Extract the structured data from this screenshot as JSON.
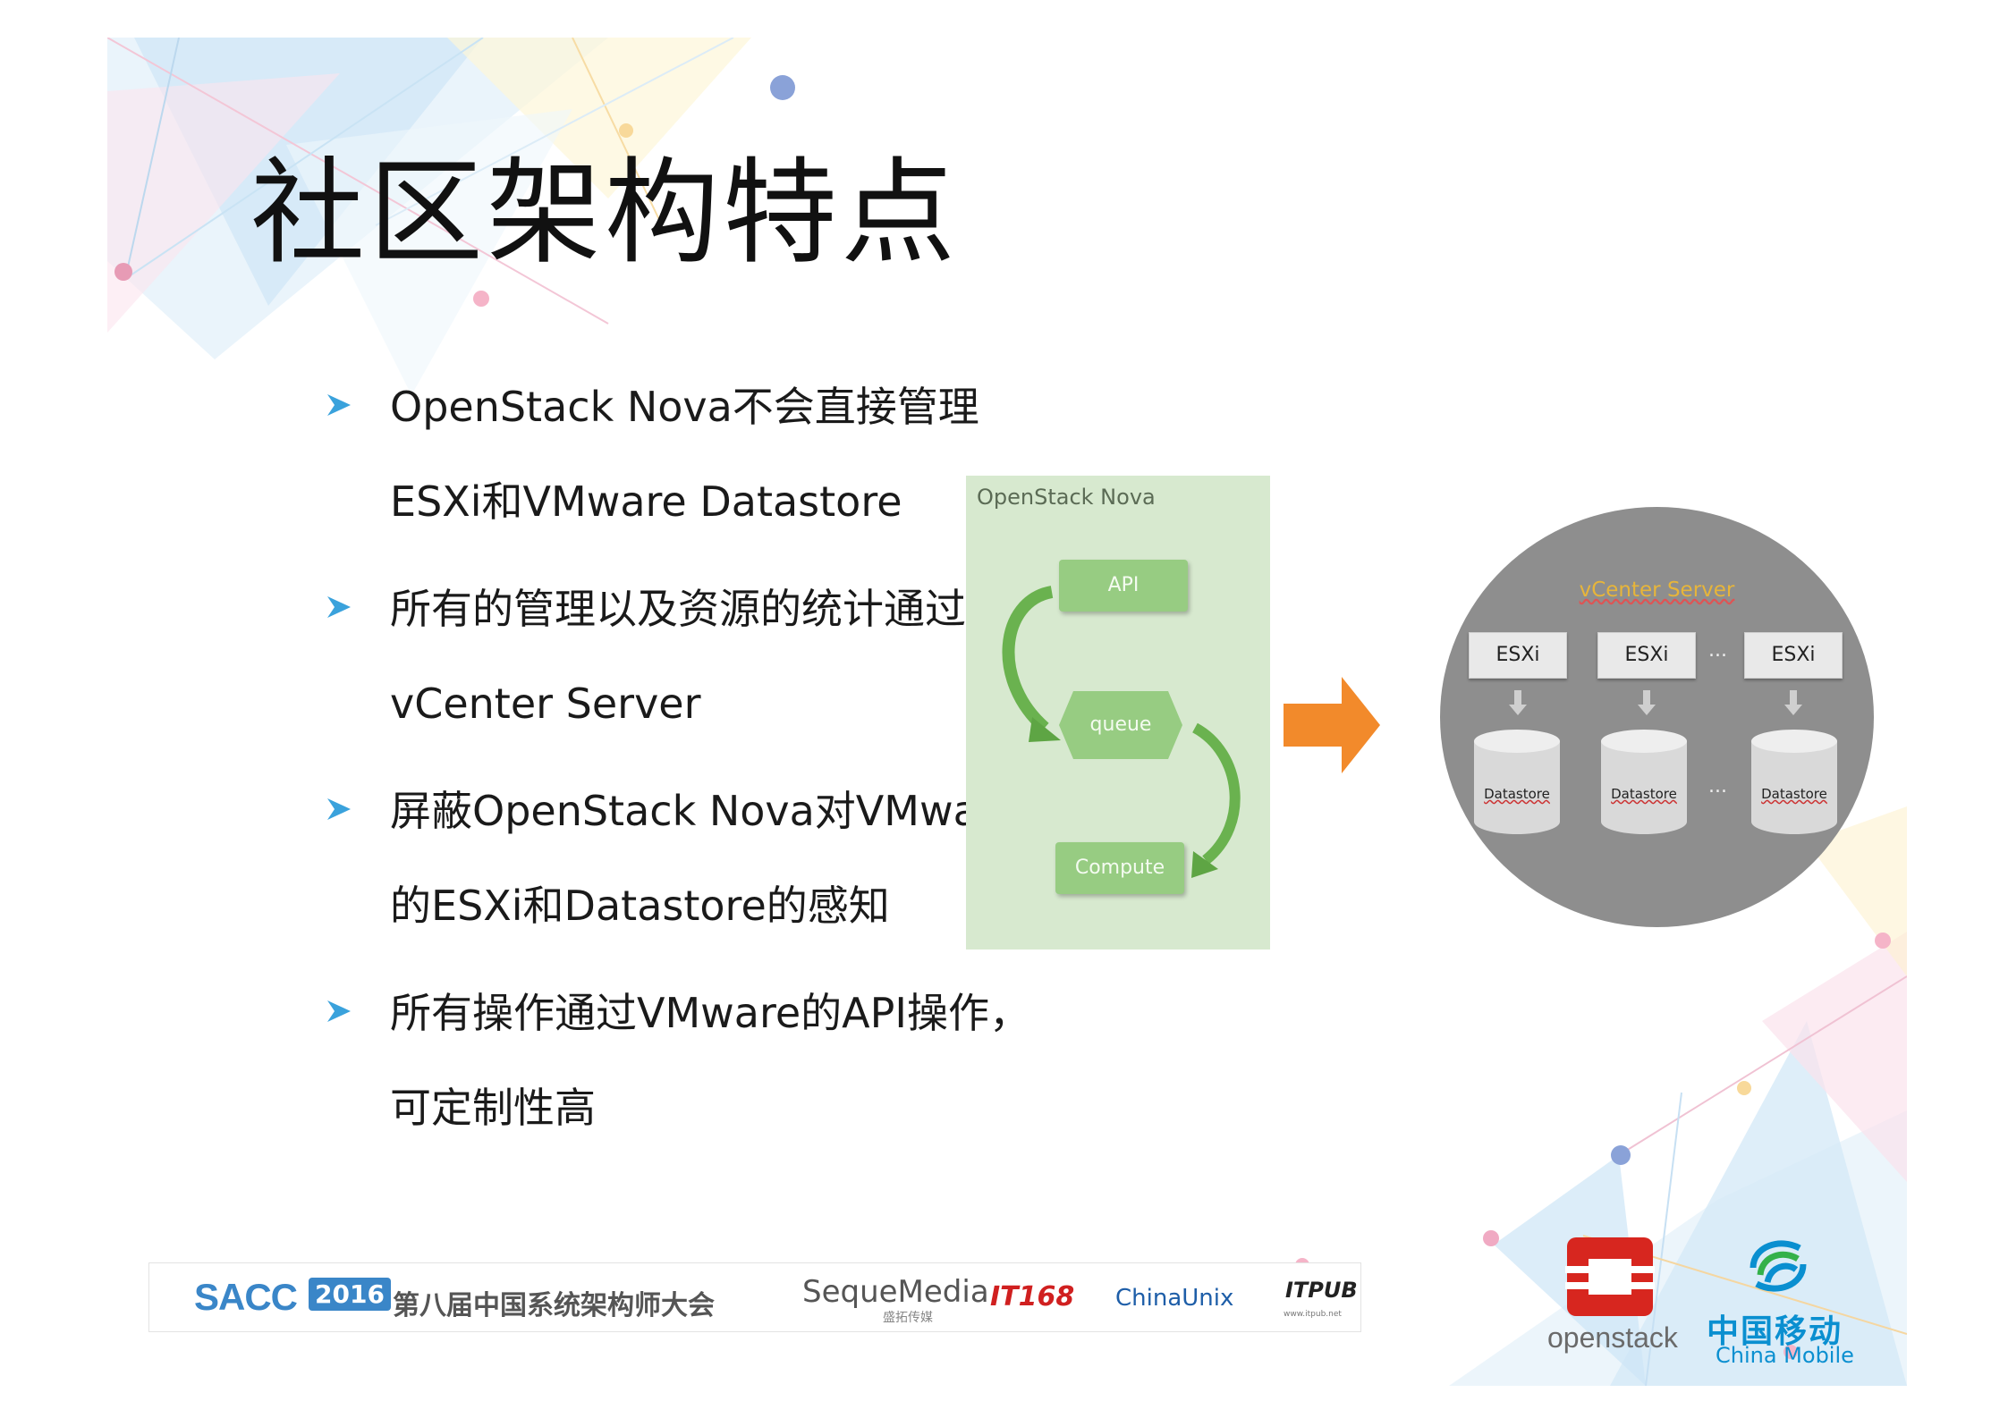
{
  "slide": {
    "title": "社区架构特点",
    "bullets": [
      {
        "line1": "OpenStack Nova不会直接管理",
        "line2": "ESXi和VMware Datastore"
      },
      {
        "line1": "所有的管理以及资源的统计通过",
        "line2": "vCenter Server"
      },
      {
        "line1": "屏蔽OpenStack Nova对VMware",
        "line2": "的ESXi和Datastore的感知"
      },
      {
        "line1": "所有操作通过VMware的API操作，",
        "line2": "可定制性高"
      }
    ]
  },
  "diagram": {
    "nova_label": "OpenStack Nova",
    "api": "API",
    "queue": "queue",
    "compute": "Compute",
    "vcenter_label": "vCenter Server",
    "esxi": [
      "ESXi",
      "ESXi",
      "ESXi"
    ],
    "datastore": [
      "Datastore",
      "Datastore",
      "Datastore"
    ],
    "ellipsis": "..."
  },
  "footer": {
    "sacc": "SACC",
    "year": "2016",
    "conference": "第八届中国系统架构师大会",
    "seque": "SequeMedia",
    "seque_sub": "盛拓传媒",
    "it168": "IT168",
    "chinaunix": "ChinaUnix",
    "itpub": "ITPUB",
    "itpub_sub": "www.itpub.net",
    "openstack": "openstack",
    "china_mobile_cn": "中国移动",
    "china_mobile_en": "China Mobile"
  },
  "colors": {
    "bullet_arrow": "#3aa2dc",
    "nova_bg": "#d7e9cf",
    "nova_box": "#97cc82",
    "vcenter_circle": "#8e8e8e",
    "big_arrow": "#f28a2b",
    "brand_blue": "#0a8fd0",
    "openstack_red": "#d7261f"
  },
  "icons": [
    "bullet-arrow-icon",
    "cycle-arrow-icon",
    "right-arrow-icon",
    "down-arrow-icon",
    "openstack-logo-icon",
    "china-mobile-logo-icon"
  ]
}
